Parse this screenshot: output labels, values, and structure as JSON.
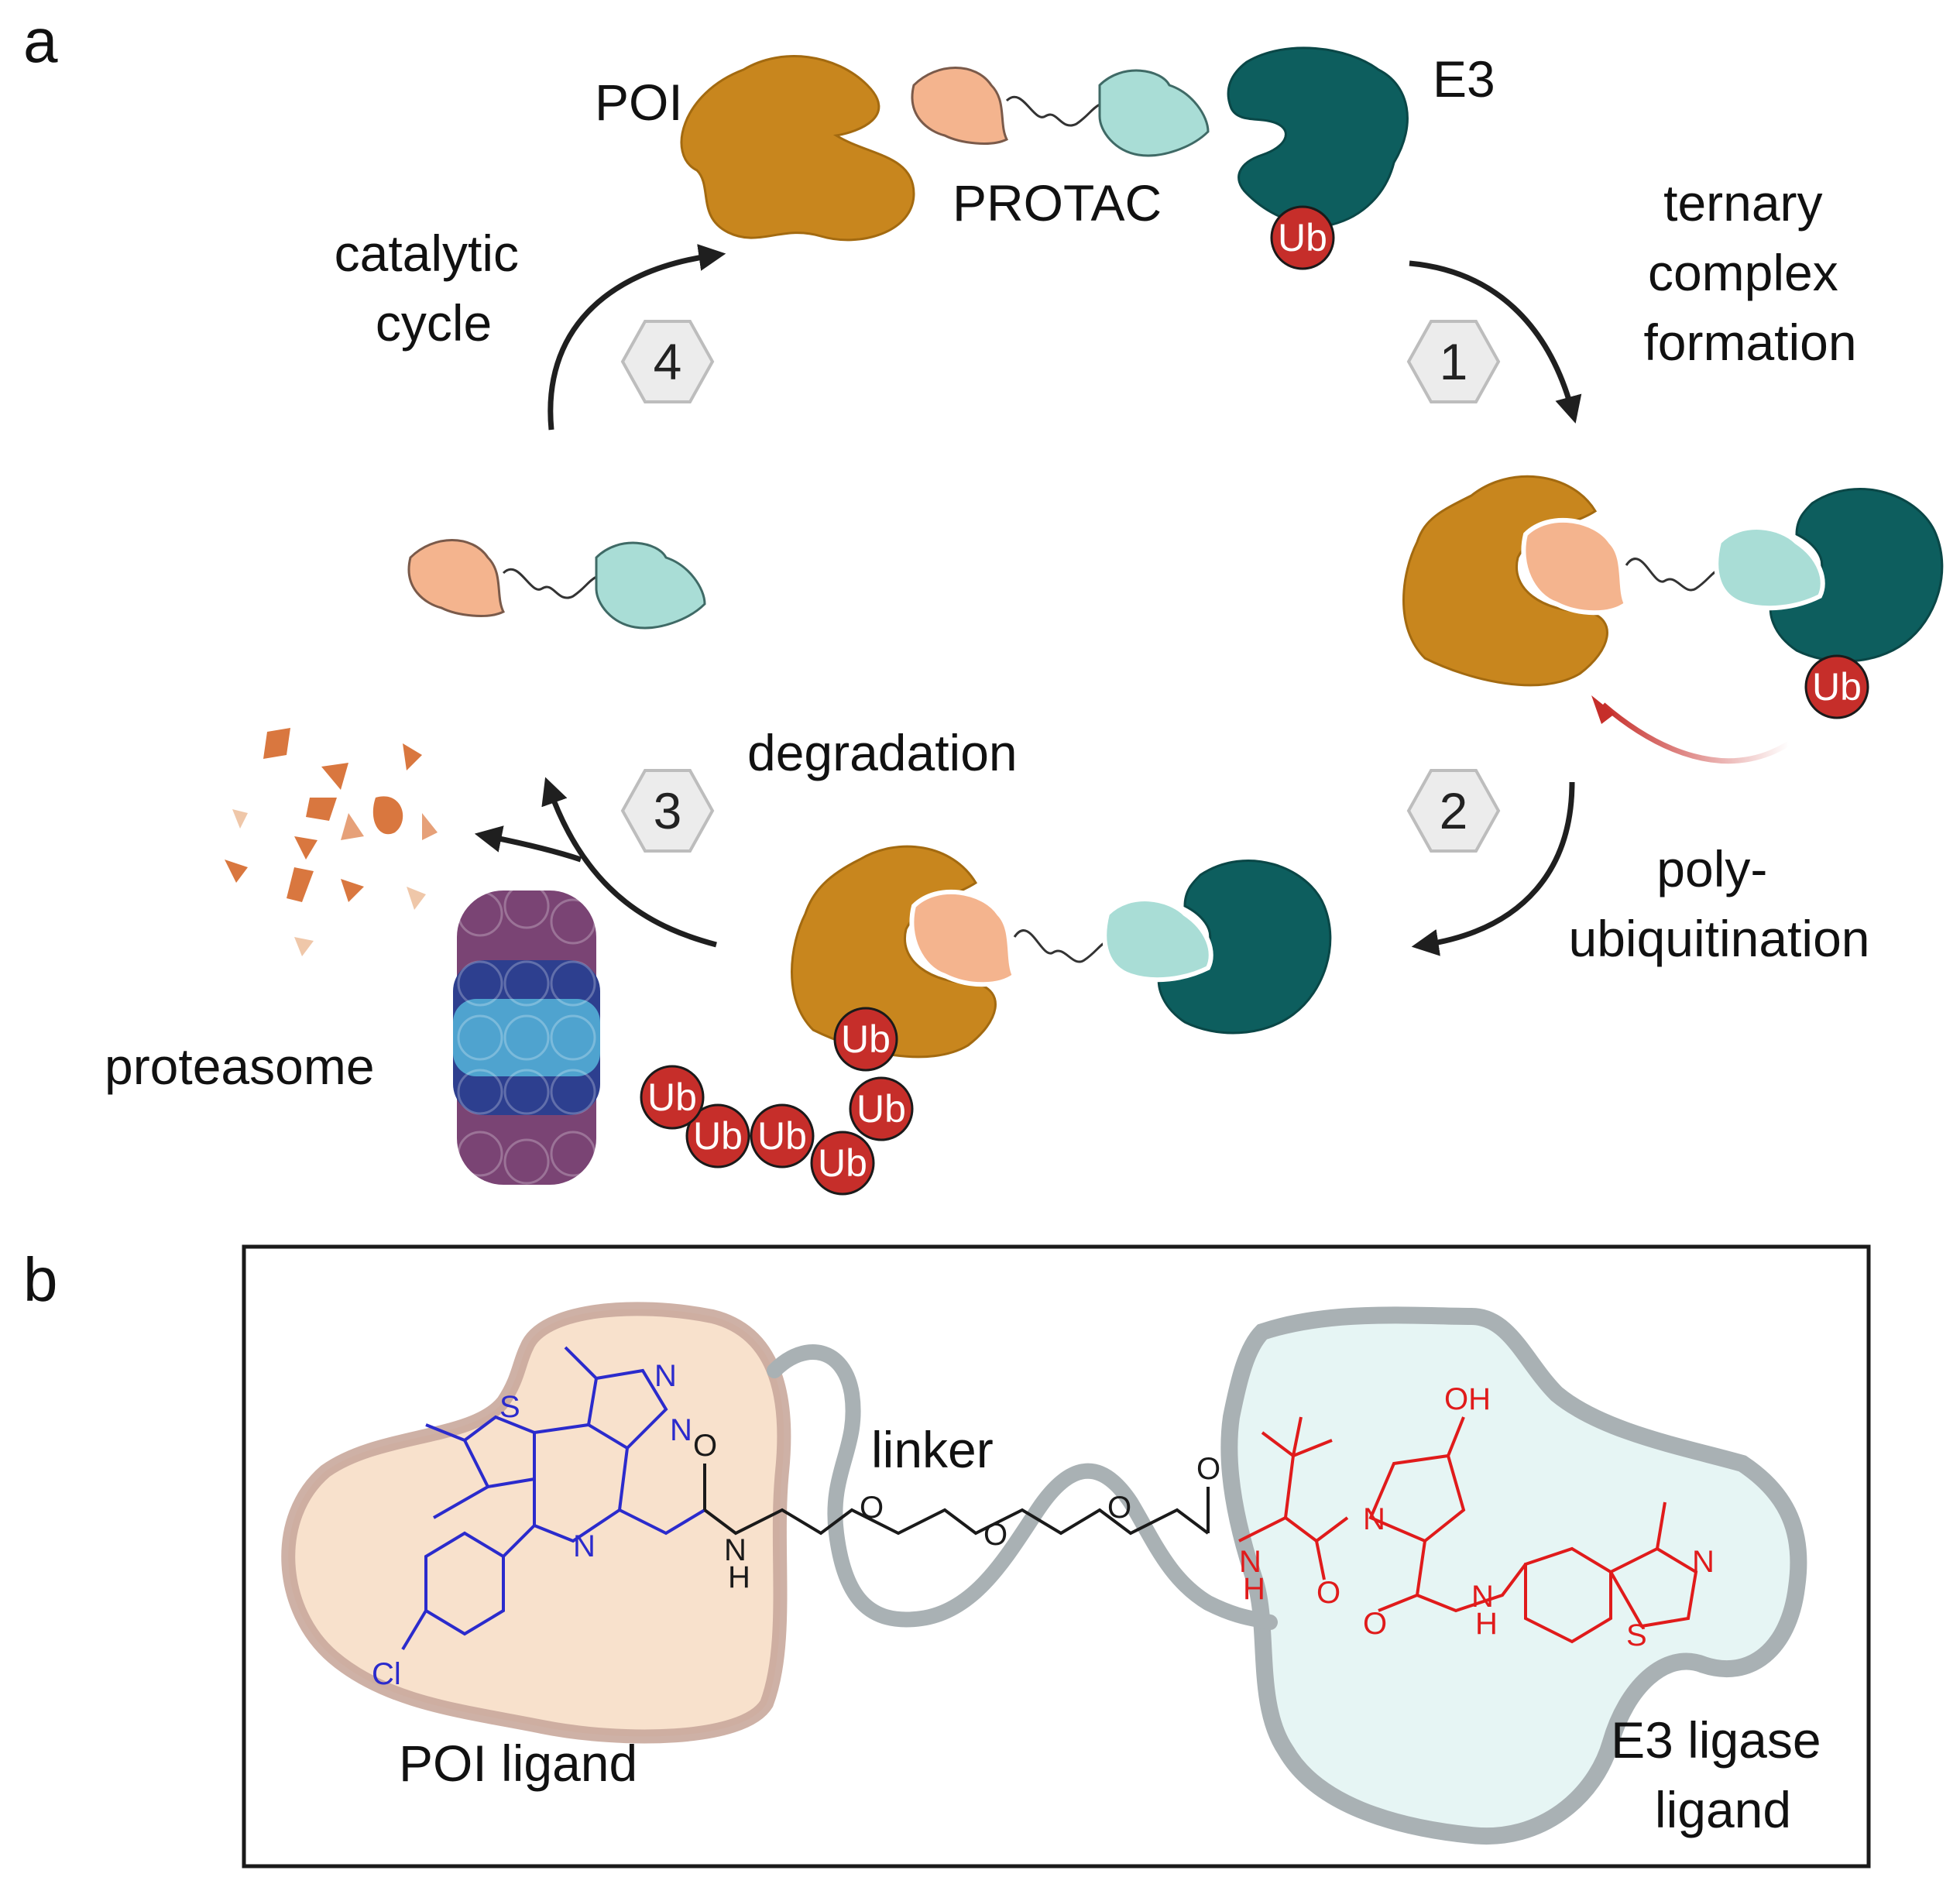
{
  "panel_a": {
    "letter": "a",
    "labels": {
      "poi": "POI",
      "e3": "E3",
      "protac": "PROTAC",
      "ternary": [
        "ternary",
        "complex",
        "formation"
      ],
      "catalytic": [
        "catalytic",
        "cycle"
      ],
      "degradation": "degradation",
      "polyub": [
        "poly-",
        "ubiquitination"
      ],
      "proteasome": "proteasome"
    },
    "steps": [
      "1",
      "2",
      "3",
      "4"
    ],
    "ub": "Ub"
  },
  "panel_b": {
    "letter": "b",
    "labels": {
      "poi_ligand": "POI ligand",
      "linker": "linker",
      "e3_ligand": [
        "E3 ligase",
        "ligand"
      ]
    },
    "atoms": {
      "S": "S",
      "N": "N",
      "O": "O",
      "H": "H",
      "Cl": "Cl",
      "OH": "OH"
    }
  },
  "colors": {
    "poi": "#c8861e",
    "e3": "#0d5e5e",
    "protac_left": "#f4b48e",
    "protac_right": "#a9ddd6",
    "ub": "#c62e2a",
    "poi_ligand_chem": "#2b2bcc",
    "e3_ligand_chem": "#e01b1b",
    "proteasome_outer": "#7a4474",
    "proteasome_mid": "#2d3f8f",
    "proteasome_inner": "#4fa3cf"
  }
}
